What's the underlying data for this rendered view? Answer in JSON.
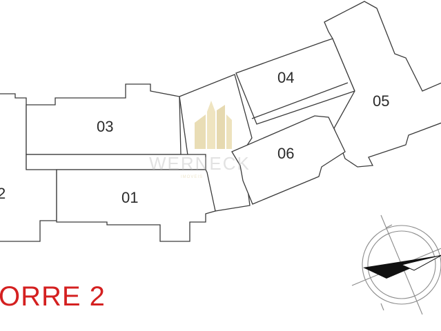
{
  "units": {
    "u01": "01",
    "u02": "2",
    "u03": "03",
    "u04": "04",
    "u05": "05",
    "u06": "06"
  },
  "tower_label": "ORRE 2",
  "watermark": {
    "brand": "WERNECK",
    "tagline": "IMÓVEIS"
  },
  "colors": {
    "tower_label": "#d42020",
    "walls": "#3a3a3a",
    "hatch": "#555555"
  },
  "highlighted_unit": "06",
  "compass_icon": "north-arrow-compass-icon"
}
